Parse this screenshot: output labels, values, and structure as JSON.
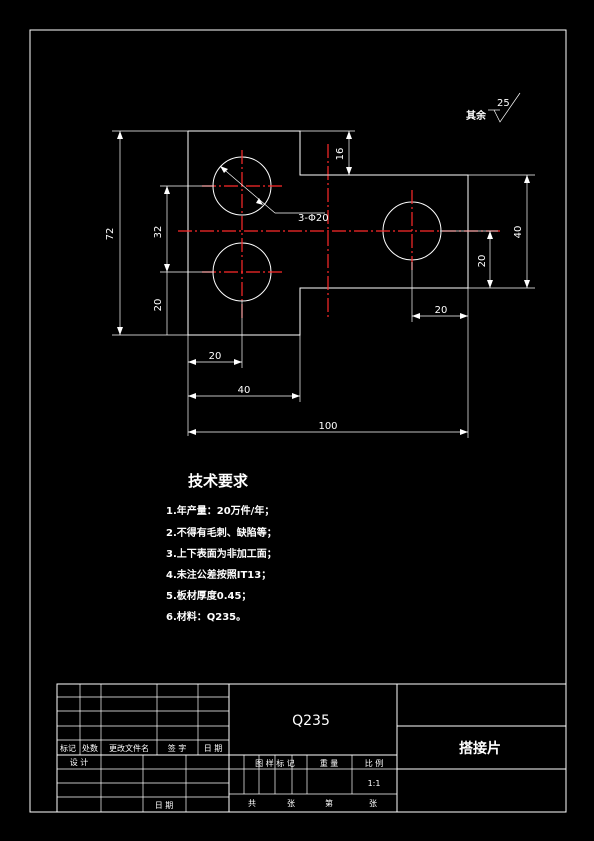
{
  "drawing": {
    "roughness_prefix": "其余",
    "roughness_value": "25",
    "dimensions": {
      "d16": "16",
      "d72": "72",
      "d32": "32",
      "d20_left": "20",
      "d40_right": "40",
      "d20_right": "20",
      "d20_bottom_left": "20",
      "d40_bottom": "40",
      "d100_bottom": "100",
      "d20_bottom_right": "20",
      "holes": "3-Φ20"
    }
  },
  "tech": {
    "title": "技术要求",
    "items": [
      "1.年产量：20万件/年；",
      "2.不得有毛刺、缺陷等；",
      "3.上下表面为非加工面；",
      "4.未注公差按照IT13；",
      "5.板材厚度0.45；",
      "6.材料：Q235。"
    ]
  },
  "title_block": {
    "material": "Q235",
    "part_name": "搭接片",
    "headers": [
      "标记",
      "处数",
      "更改文件名",
      "签 字",
      "日 期"
    ],
    "design": "设 计",
    "date": "日 期",
    "stage_mark": "图 样 标 记",
    "weight": "重 量",
    "scale_label": "比 例",
    "scale": "1:1",
    "total_sheets": "共",
    "sheet_unit": "张",
    "sheet_no": "第",
    "sheet_unit2": "张"
  }
}
